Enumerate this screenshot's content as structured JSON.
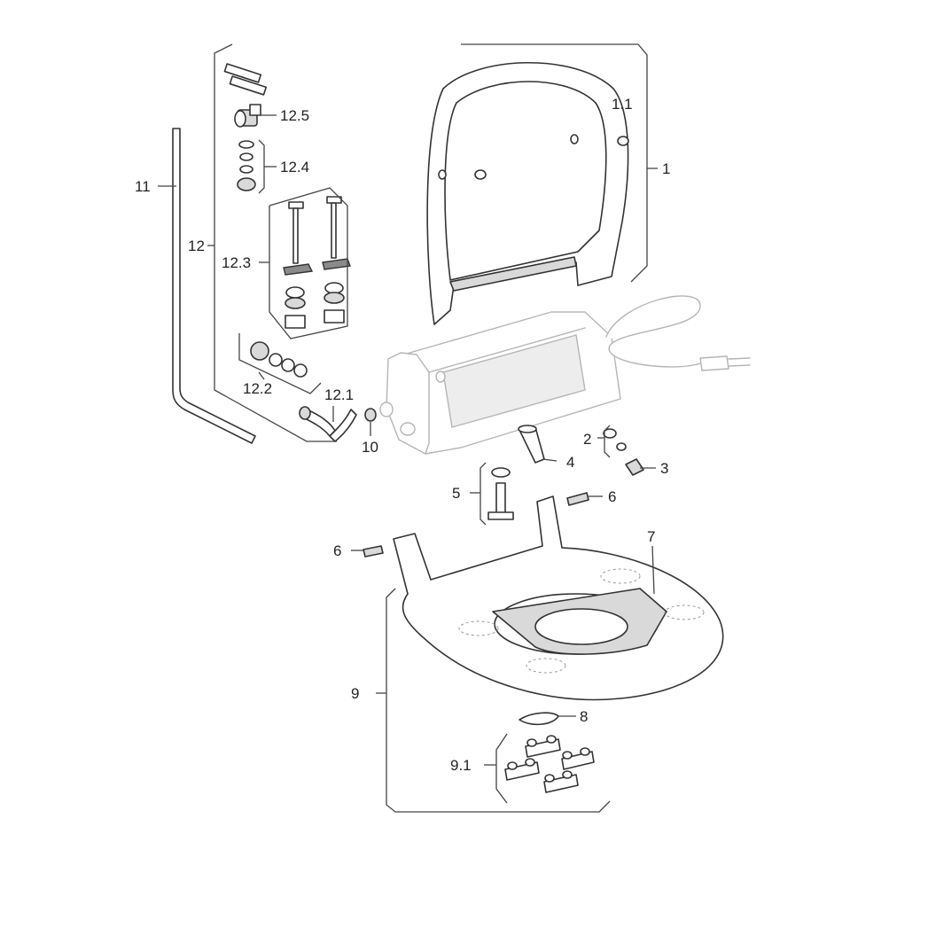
{
  "callouts": {
    "c1": "1",
    "c1_1": "1.1",
    "c2": "2",
    "c3": "3",
    "c4": "4",
    "c5": "5",
    "c6a": "6",
    "c6b": "6",
    "c7": "7",
    "c8": "8",
    "c9": "9",
    "c9_1": "9.1",
    "c10": "10",
    "c11": "11",
    "c12": "12",
    "c12_1": "12.1",
    "c12_2": "12.2",
    "c12_3": "12.3",
    "c12_4": "12.4",
    "c12_5": "12.5"
  },
  "colors": {
    "line": "#333333",
    "faint_line": "#b5b5b5",
    "shade": "#d9d9d9"
  }
}
